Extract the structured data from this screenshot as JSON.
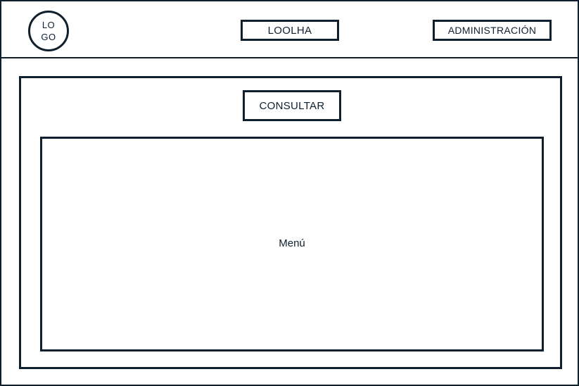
{
  "header": {
    "logo": {
      "line1": "LO",
      "line2": "GO"
    },
    "nav": {
      "loolha_label": "LOOLHA",
      "admin_label": "ADMINISTRACIÓN"
    }
  },
  "main": {
    "consult_label": "CONSULTAR",
    "menu_label": "Menú"
  },
  "colors": {
    "stroke": "#0f1f2e",
    "background": "#ffffff"
  }
}
